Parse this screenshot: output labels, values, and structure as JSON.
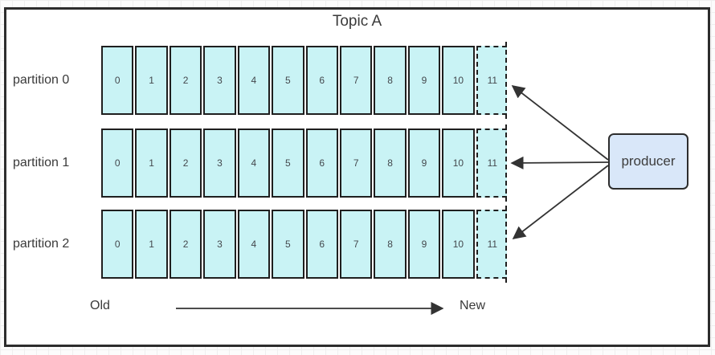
{
  "diagram": {
    "title": "Topic A",
    "partitions": [
      {
        "label": "partition 0",
        "cells": [
          "0",
          "1",
          "2",
          "3",
          "4",
          "5",
          "6",
          "7",
          "8",
          "9",
          "10"
        ],
        "next_cell": "11"
      },
      {
        "label": "partition 1",
        "cells": [
          "0",
          "1",
          "2",
          "3",
          "4",
          "5",
          "6",
          "7",
          "8",
          "9",
          "10"
        ],
        "next_cell": "11"
      },
      {
        "label": "partition 2",
        "cells": [
          "0",
          "1",
          "2",
          "3",
          "4",
          "5",
          "6",
          "7",
          "8",
          "9",
          "10"
        ],
        "next_cell": "11"
      }
    ],
    "producer_label": "producer",
    "timeline": {
      "old_label": "Old",
      "new_label": "New"
    },
    "colors": {
      "segment_fill": "#c9f3f5",
      "segment_border": "#1f1f1f",
      "producer_fill": "#d9e7f9",
      "producer_border": "#2d2d2d",
      "frame_border": "#2d2d2d",
      "text": "#3a3a3a",
      "arrow": "#333333"
    }
  }
}
